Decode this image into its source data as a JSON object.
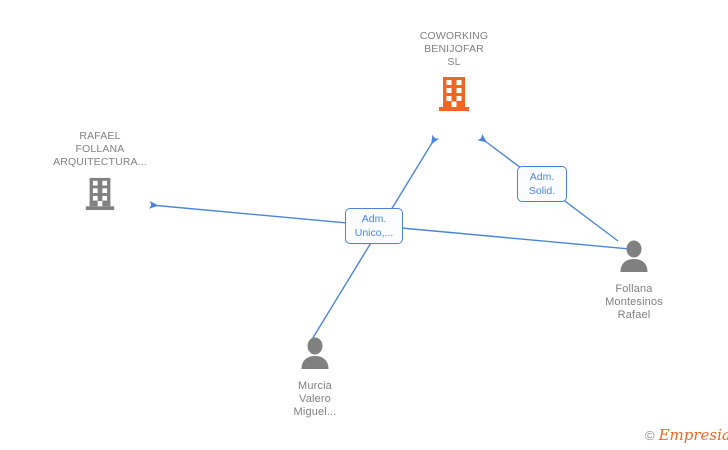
{
  "diagram": {
    "type": "relationship-graph",
    "background_color": "#ffffff",
    "accent_color": "#4a86d6",
    "company_color": "#f26522",
    "neutral_color": "#808080"
  },
  "nodes": [
    {
      "id": "company-main",
      "kind": "company",
      "icon": "building-icon",
      "label": "COWORKING\nBENIJOFAR\nSL",
      "color": "#f26522"
    },
    {
      "id": "company-left",
      "kind": "company",
      "icon": "building-icon",
      "label": "RAFAEL\nFOLLANA\nARQUITECTURA...",
      "color": "#808080"
    },
    {
      "id": "person-right",
      "kind": "person",
      "icon": "person-icon",
      "label": "Follana\nMontesinos\nRafael",
      "color": "#808080"
    },
    {
      "id": "person-bottom",
      "kind": "person",
      "icon": "person-icon",
      "label": "Murcia\nValero\nMiguel...",
      "color": "#808080"
    }
  ],
  "edge_labels": [
    {
      "id": "adm-unico",
      "text": "Adm.\nUnico,..."
    },
    {
      "id": "adm-solid",
      "text": "Adm.\nSolid."
    }
  ],
  "watermark": {
    "copyright": "©",
    "brand": "Empresia"
  }
}
